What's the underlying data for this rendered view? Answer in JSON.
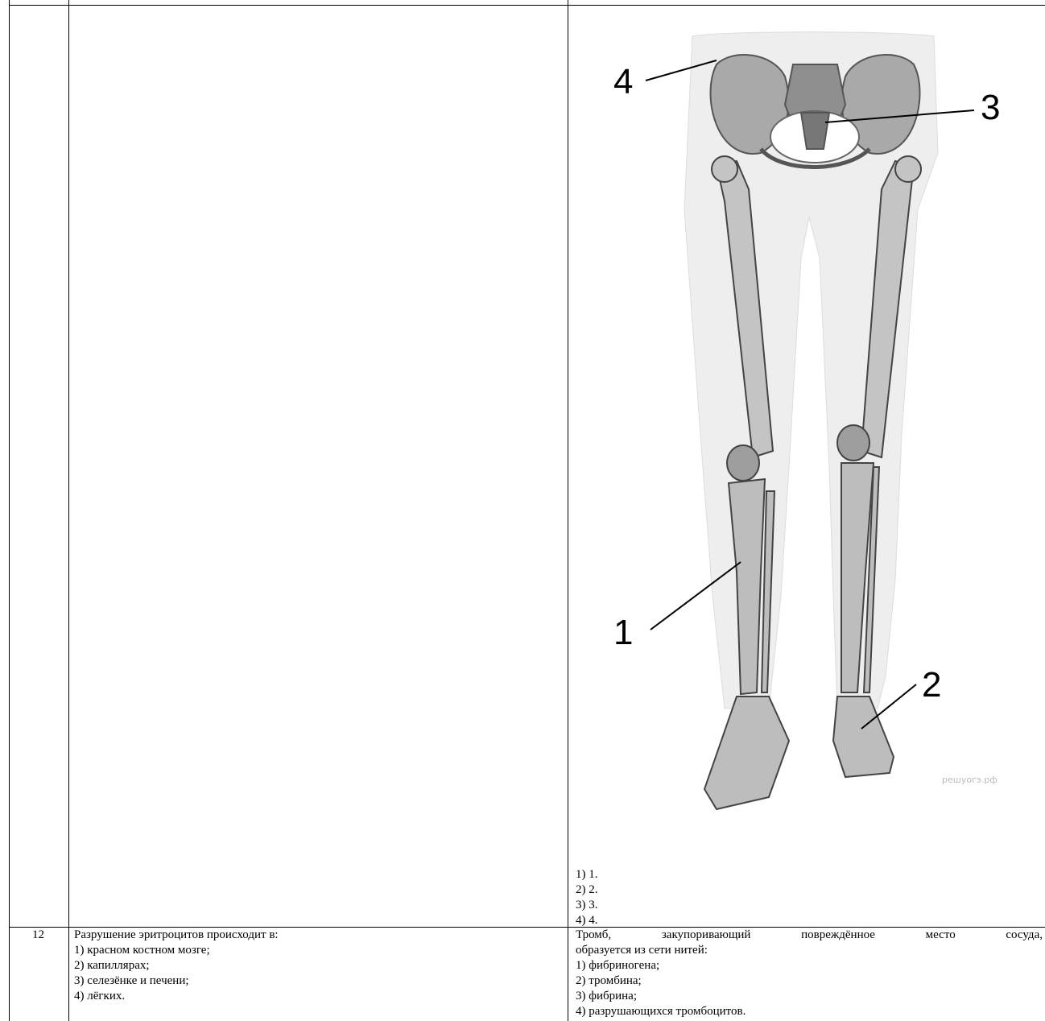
{
  "figure": {
    "labels": [
      "1",
      "2",
      "3",
      "4"
    ],
    "watermark": "решуогэ.рф"
  },
  "top_right": {
    "options": [
      "1) 1.",
      "2) 2.",
      "3) 3.",
      "4) 4."
    ]
  },
  "row12": {
    "number": "12",
    "left": {
      "question": "Разрушение эритроцитов происходит в:",
      "options": [
        "1) красном костном мозге;",
        "2) капиллярах;",
        "3) селезёнке и печени;",
        "4) лёгких."
      ]
    },
    "right": {
      "question_line1": [
        "Тромб,",
        "закупоривающий",
        "повреждённое",
        "место",
        "сосуда,"
      ],
      "question_line2": "образуется из сети нитей:",
      "options": [
        "1) фибриногена;",
        "2) тромбина;",
        "3) фибрина;",
        "4) разрушающихся тромбоцитов."
      ]
    }
  }
}
